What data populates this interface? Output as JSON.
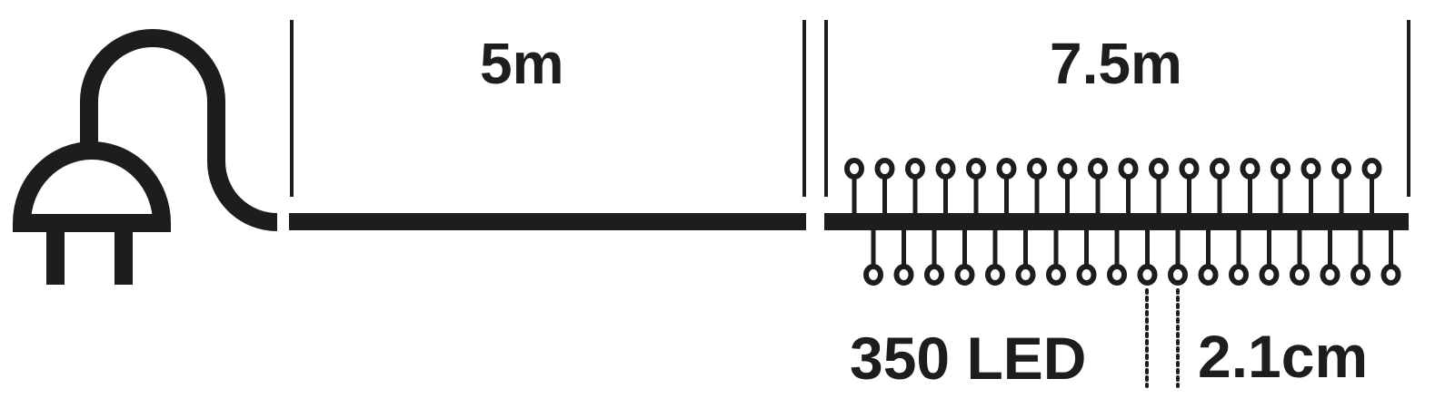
{
  "colors": {
    "ink": "#1d1d1b",
    "background": "#ffffff"
  },
  "plug": {
    "icon": "power-plug-icon"
  },
  "lead_cable": {
    "length_label": "5m"
  },
  "light_string": {
    "length_label": "7.5m",
    "leds_top_visible": 18,
    "leds_bottom_visible": 18
  },
  "specs": {
    "led_count_label": "350 LED",
    "led_spacing_label": "2.1cm"
  }
}
